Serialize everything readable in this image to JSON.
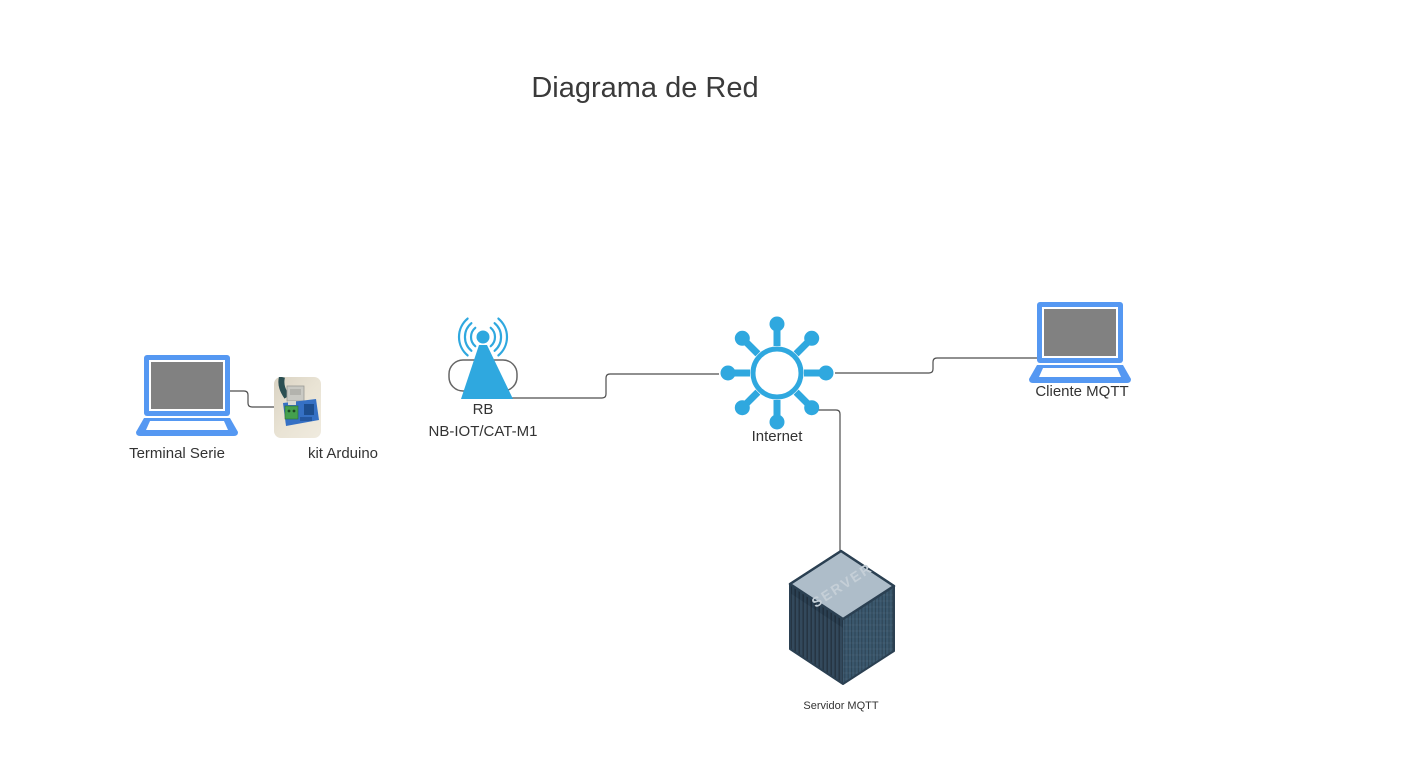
{
  "title": "Diagrama de Red",
  "nodes": {
    "terminal": {
      "label": "Terminal Serie"
    },
    "arduino": {
      "label": "kit Arduino"
    },
    "radio_base": {
      "label_line1": "RB",
      "label_line2": "NB-IOT/CAT-M1"
    },
    "internet": {
      "label": "Internet"
    },
    "client": {
      "label": "Cliente MQTT"
    },
    "server": {
      "label": "Servidor MQTT",
      "chassis_text": "SERVER"
    }
  },
  "colors": {
    "laptop-blue": "#5598f2",
    "screen-gray": "#818181",
    "cyan": "#2fa8df",
    "line-gray": "#4d4d4d",
    "outline-gray": "#666666",
    "label": "#333333",
    "title": "#3a3a3a",
    "server-dark": "#33495c",
    "server-side": "#3b586e",
    "server-top": "#aebdc9",
    "server-edge": "#2b4052",
    "server-text": "#c5cfd7",
    "pcb-blue": "#3570c4",
    "pcb-green": "#44a04e"
  }
}
